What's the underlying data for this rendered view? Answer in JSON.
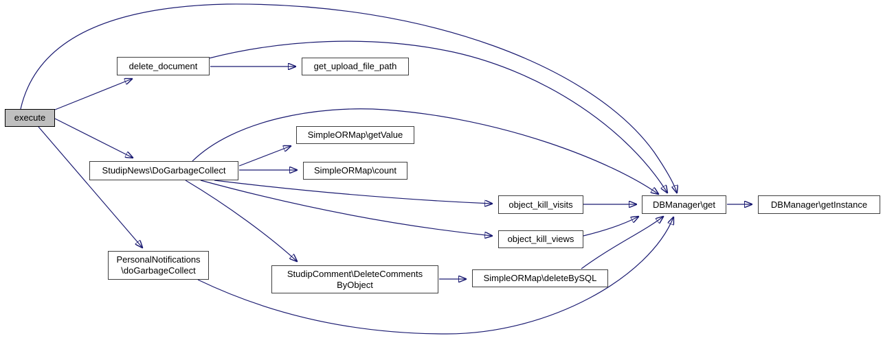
{
  "diagram": {
    "type": "call-graph",
    "colors": {
      "edge": "#191970",
      "node_fill": "#ffffff",
      "node_border": "#3d3d3d",
      "highlight_fill": "#bfbfbf",
      "text": "#000000",
      "background": "#ffffff"
    },
    "nodes": [
      {
        "id": "execute",
        "label": "execute",
        "highlighted": true
      },
      {
        "id": "delete_document",
        "label": "delete_document"
      },
      {
        "id": "get_upload_file_path",
        "label": "get_upload_file_path"
      },
      {
        "id": "studipnews_dogarbagecollect",
        "label": "StudipNews\\DoGarbageCollect"
      },
      {
        "id": "simpleormap_getvalue",
        "label": "SimpleORMap\\getValue"
      },
      {
        "id": "simpleormap_count",
        "label": "SimpleORMap\\count"
      },
      {
        "id": "object_kill_visits",
        "label": "object_kill_visits"
      },
      {
        "id": "object_kill_views",
        "label": "object_kill_views"
      },
      {
        "id": "personalnotifications_dogarbagecollect",
        "label": "PersonalNotifications\n\\doGarbageCollect"
      },
      {
        "id": "studipcomment_deletecommentsbyobject",
        "label": "StudipComment\\DeleteComments\nByObject"
      },
      {
        "id": "simpleormap_deletebysql",
        "label": "SimpleORMap\\deleteBySQL"
      },
      {
        "id": "dbmanager_get",
        "label": "DBManager\\get"
      },
      {
        "id": "dbmanager_getinstance",
        "label": "DBManager\\getInstance"
      }
    ],
    "edges": [
      {
        "from": "execute",
        "to": "dbmanager_get"
      },
      {
        "from": "execute",
        "to": "delete_document"
      },
      {
        "from": "execute",
        "to": "studipnews_dogarbagecollect"
      },
      {
        "from": "execute",
        "to": "personalnotifications_dogarbagecollect"
      },
      {
        "from": "delete_document",
        "to": "get_upload_file_path"
      },
      {
        "from": "delete_document",
        "to": "dbmanager_get"
      },
      {
        "from": "studipnews_dogarbagecollect",
        "to": "simpleormap_getvalue"
      },
      {
        "from": "studipnews_dogarbagecollect",
        "to": "simpleormap_count"
      },
      {
        "from": "studipnews_dogarbagecollect",
        "to": "dbmanager_get"
      },
      {
        "from": "studipnews_dogarbagecollect",
        "to": "object_kill_visits"
      },
      {
        "from": "studipnews_dogarbagecollect",
        "to": "object_kill_views"
      },
      {
        "from": "studipnews_dogarbagecollect",
        "to": "studipcomment_deletecommentsbyobject"
      },
      {
        "from": "personalnotifications_dogarbagecollect",
        "to": "dbmanager_get"
      },
      {
        "from": "studipcomment_deletecommentsbyobject",
        "to": "simpleormap_deletebysql"
      },
      {
        "from": "object_kill_visits",
        "to": "dbmanager_get"
      },
      {
        "from": "object_kill_views",
        "to": "dbmanager_get"
      },
      {
        "from": "simpleormap_deletebysql",
        "to": "dbmanager_get"
      },
      {
        "from": "dbmanager_get",
        "to": "dbmanager_getinstance"
      }
    ]
  }
}
